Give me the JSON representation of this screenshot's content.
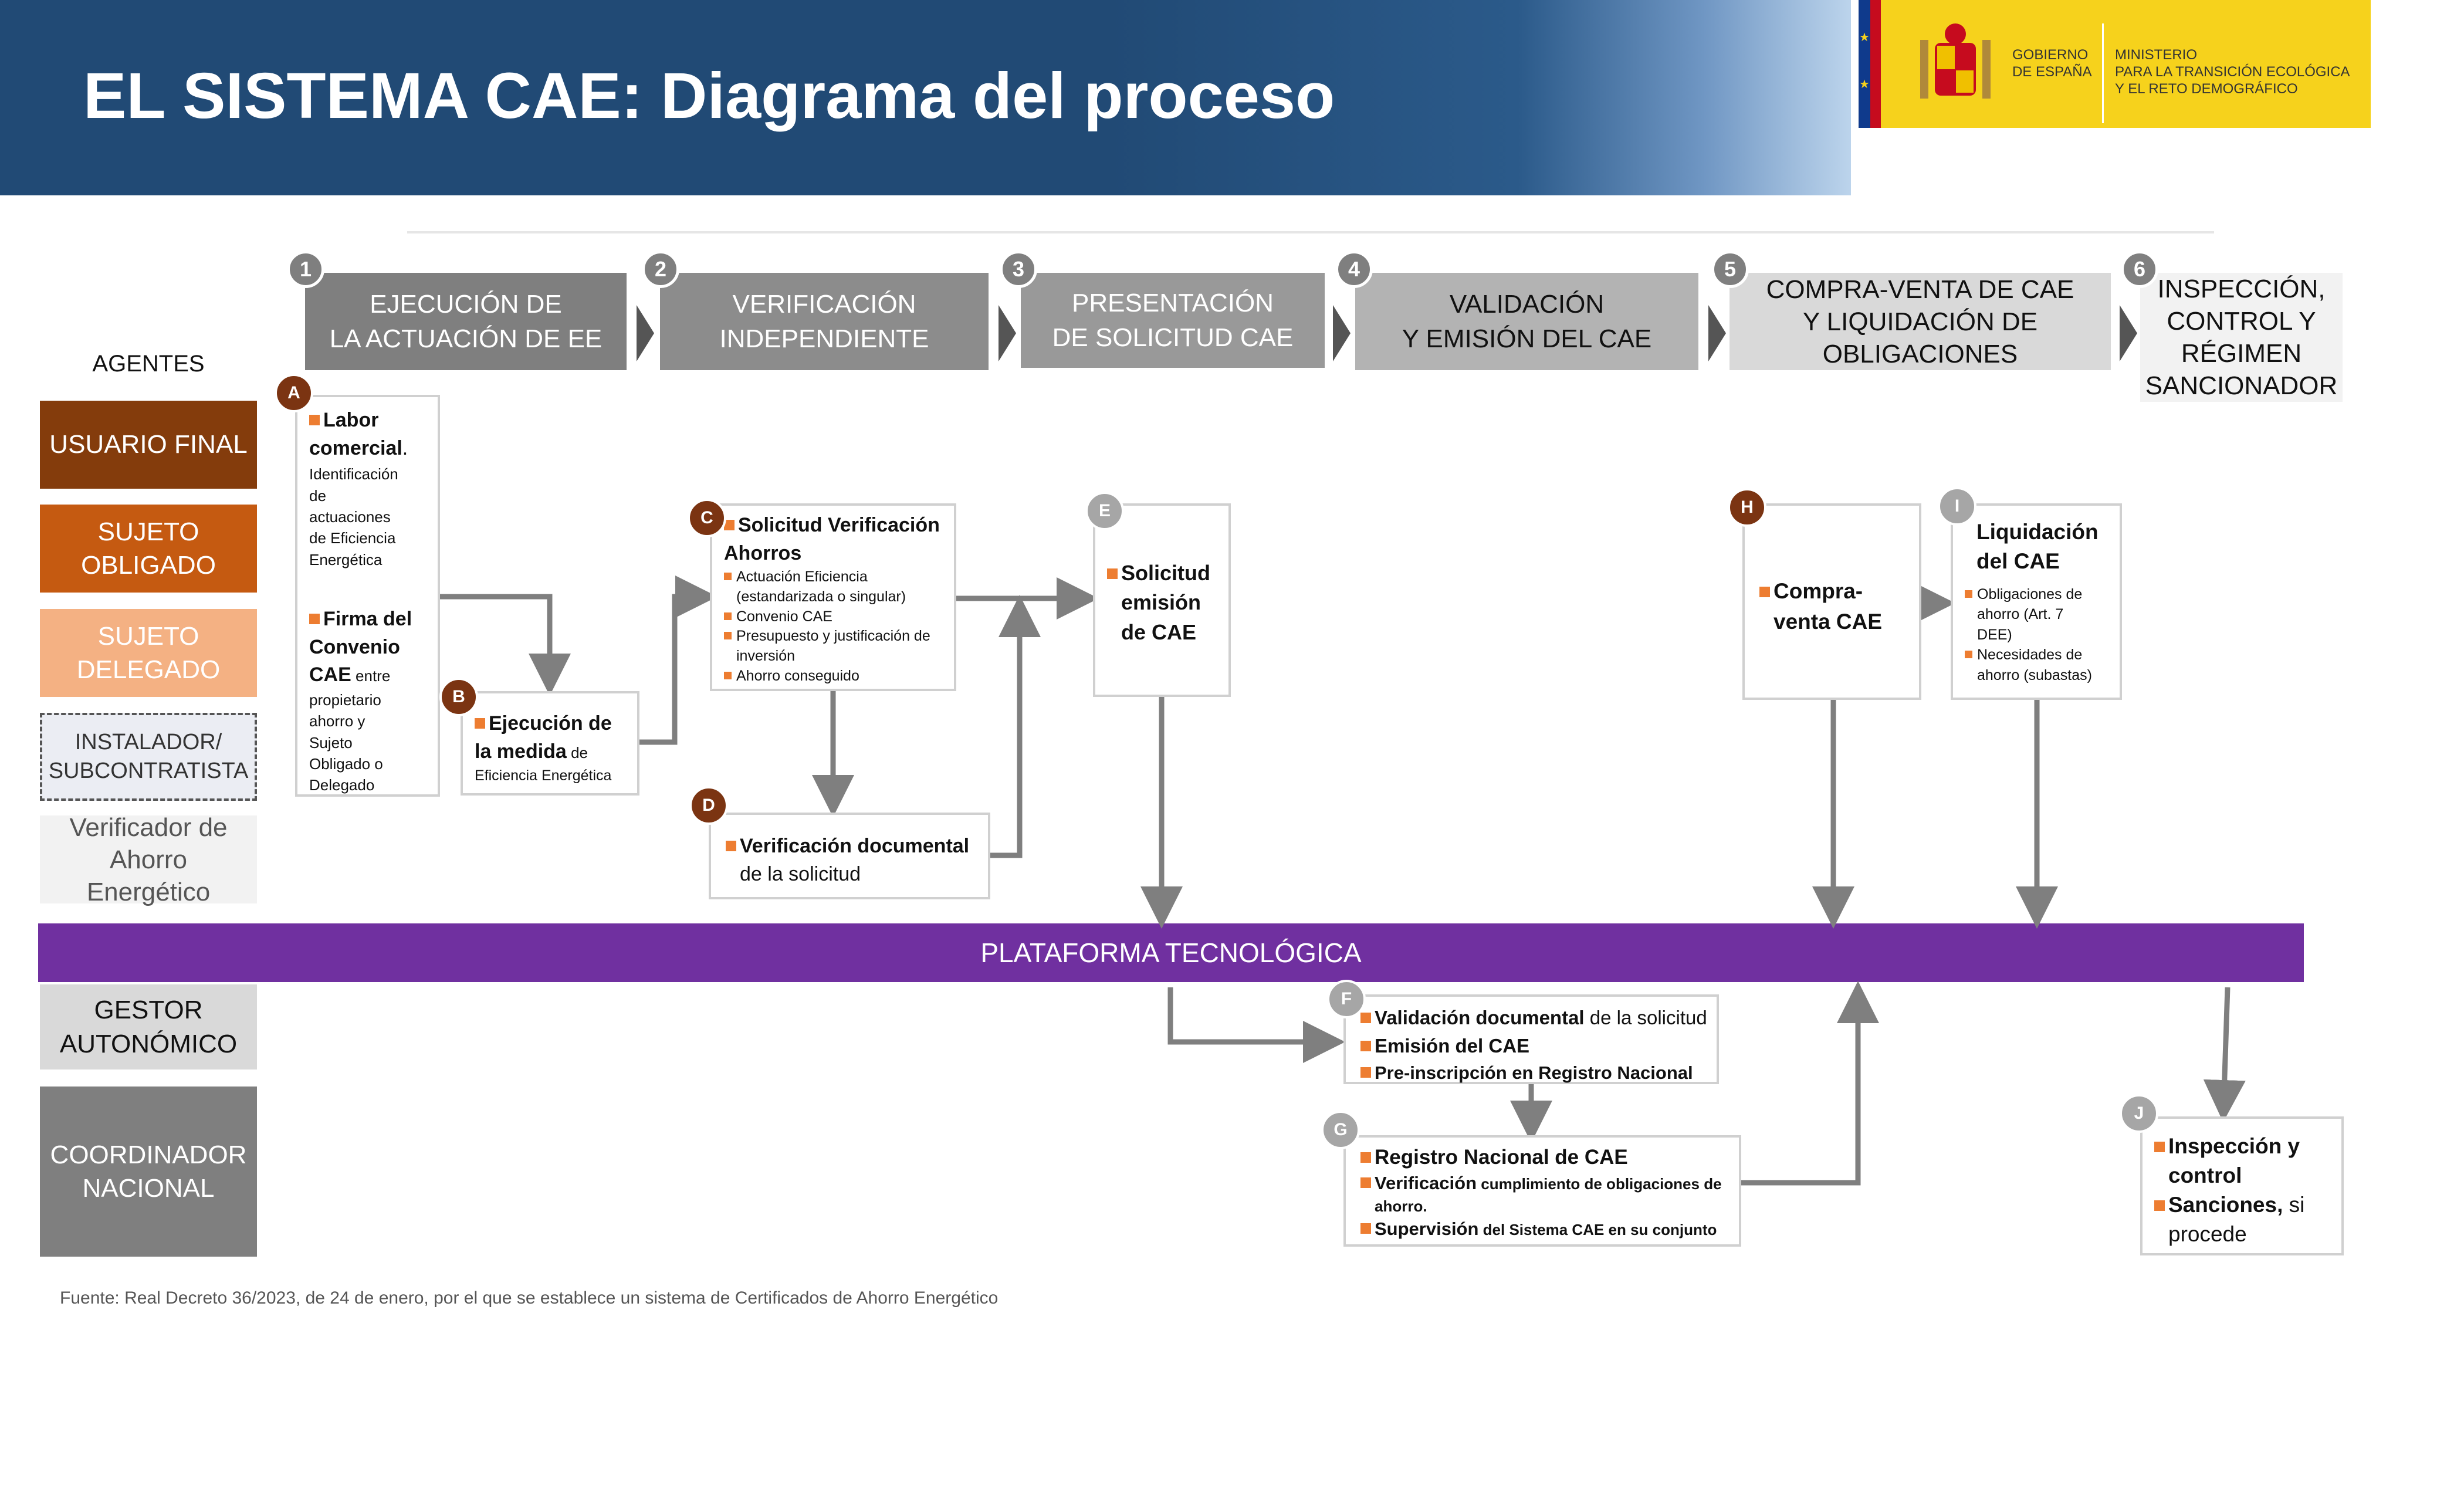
{
  "title": "EL SISTEMA CAE: Diagrama del proceso",
  "logo": {
    "gobierno": [
      "GOBIERNO",
      "DE ESPAÑA"
    ],
    "ministerio": [
      "MINISTERIO",
      "PARA LA TRANSICIÓN ECOLÓGICA",
      "Y EL RETO DEMOGRÁFICO"
    ],
    "colors": {
      "yellow": "#f6d21c",
      "red": "#c60b1e"
    }
  },
  "steps": [
    {
      "num": "1",
      "lines": [
        "EJECUCIÓN DE",
        "LA ACTUACIÓN DE EE"
      ]
    },
    {
      "num": "2",
      "lines": [
        "VERIFICACIÓN",
        "INDEPENDIENTE"
      ]
    },
    {
      "num": "3",
      "lines": [
        "PRESENTACIÓN",
        "DE SOLICITUD CAE"
      ]
    },
    {
      "num": "4",
      "lines": [
        "VALIDACIÓN",
        "Y EMISIÓN DEL CAE"
      ]
    },
    {
      "num": "5",
      "lines": [
        "COMPRA-VENTA DE CAE",
        "Y LIQUIDACIÓN DE",
        "OBLIGACIONES"
      ]
    },
    {
      "num": "6",
      "lines": [
        "INSPECCIÓN,",
        "CONTROL Y",
        "RÉGIMEN",
        "SANCIONADOR"
      ]
    }
  ],
  "agents_label": "AGENTES",
  "agents": [
    {
      "lines": [
        "USUARIO FINAL"
      ],
      "bg": "#843c0c"
    },
    {
      "lines": [
        "SUJETO",
        "OBLIGADO"
      ],
      "bg": "#c55a11"
    },
    {
      "lines": [
        "SUJETO",
        "DELEGADO"
      ],
      "bg": "#f4b183"
    },
    {
      "lines": [
        "INSTALADOR/",
        "SUBCONTRATISTA"
      ],
      "bg": "#ebedf3"
    },
    {
      "lines": [
        "Verificador de",
        "Ahorro",
        "Energético"
      ],
      "bg": "#f2f2f2"
    },
    {
      "lines": [
        "GESTOR",
        "AUTONÓMICO"
      ],
      "bg": "#d9d9d9"
    },
    {
      "lines": [
        "COORDINADOR",
        "NACIONAL"
      ],
      "bg": "#7f7f7f"
    }
  ],
  "boxes": {
    "A": {
      "badge": "A",
      "t1": "Labor comercial",
      "t1b": ".",
      "d1": [
        "Identificación",
        "de",
        "actuaciones",
        "de Eficiencia",
        "Energética"
      ],
      "t2": [
        "Firma del",
        "Convenio"
      ],
      "t2c": "CAE",
      "t2d": " entre",
      "d2": [
        "propietario",
        "ahorro y",
        "Sujeto",
        "Obligado o",
        "Delegado"
      ]
    },
    "B": {
      "badge": "B",
      "title": "Ejecución de",
      "title2": "la medida",
      "suffix": " de",
      "desc": "Eficiencia Energética"
    },
    "C": {
      "badge": "C",
      "title": "Solicitud Verificación",
      "title2": "Ahorros",
      "items": [
        "Actuación Eficiencia",
        "(estandarizada o singular)",
        "Convenio CAE",
        "Presupuesto y justificación de",
        "inversión",
        "Ahorro conseguido"
      ]
    },
    "D": {
      "badge": "D",
      "title": "Verificación documental",
      "desc": "de la solicitud"
    },
    "E": {
      "badge": "E",
      "lines": [
        "Solicitud",
        "emisión",
        "de CAE"
      ]
    },
    "F": {
      "badge": "F",
      "l1": "Validación documental",
      "l1r": " de la solicitud",
      "l2": "Emisión del CAE",
      "l3": "Pre-inscripción en Registro Nacional"
    },
    "G": {
      "badge": "G",
      "l1": "Registro Nacional de CAE",
      "l2": "Verificación",
      "l2r": " cumplimiento de obligaciones de",
      "l2s": "ahorro.",
      "l3": "Supervisión",
      "l3r": " del Sistema CAE en su conjunto"
    },
    "H": {
      "badge": "H",
      "lines": [
        "Compra-",
        "venta CAE"
      ]
    },
    "I": {
      "badge": "I",
      "title": [
        "Liquidación",
        "del CAE"
      ],
      "items": [
        "Obligaciones de",
        "ahorro (Art. 7",
        "DEE)",
        "Necesidades de",
        "ahorro (subastas)"
      ]
    },
    "J": {
      "badge": "J",
      "l1": "Inspección y",
      "l1b": "control",
      "l2": "Sanciones,",
      "l2r": " si",
      "l2s": "procede"
    }
  },
  "platform": "PLATAFORMA TECNOLÓGICA",
  "source": "Fuente: Real Decreto 36/2023, de 24 de enero, por el que se establece un sistema de Certificados de Ahorro Energético"
}
